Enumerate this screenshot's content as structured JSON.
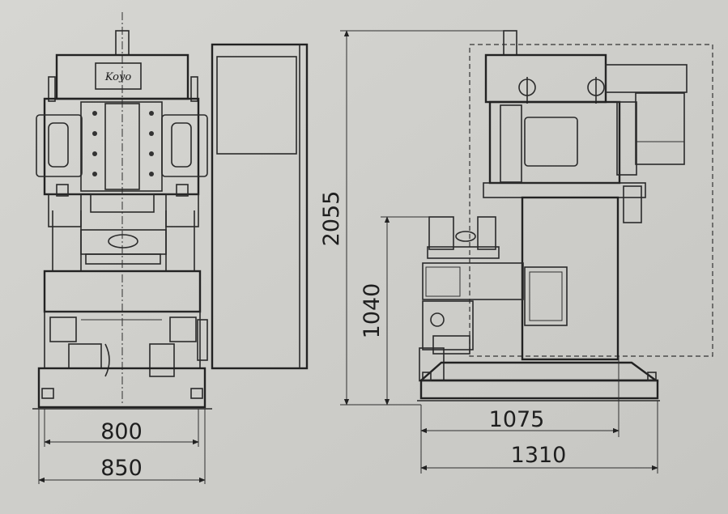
{
  "drawing": {
    "logo_text": "Koyo",
    "dims": {
      "front_inner_width": "800",
      "front_outer_width": "850",
      "side_total_height": "2055",
      "side_table_height": "1040",
      "side_inner_depth": "1075",
      "side_outer_depth": "1310"
    }
  },
  "colors": {
    "paper": "#cfcfcb",
    "ink": "#222222"
  }
}
